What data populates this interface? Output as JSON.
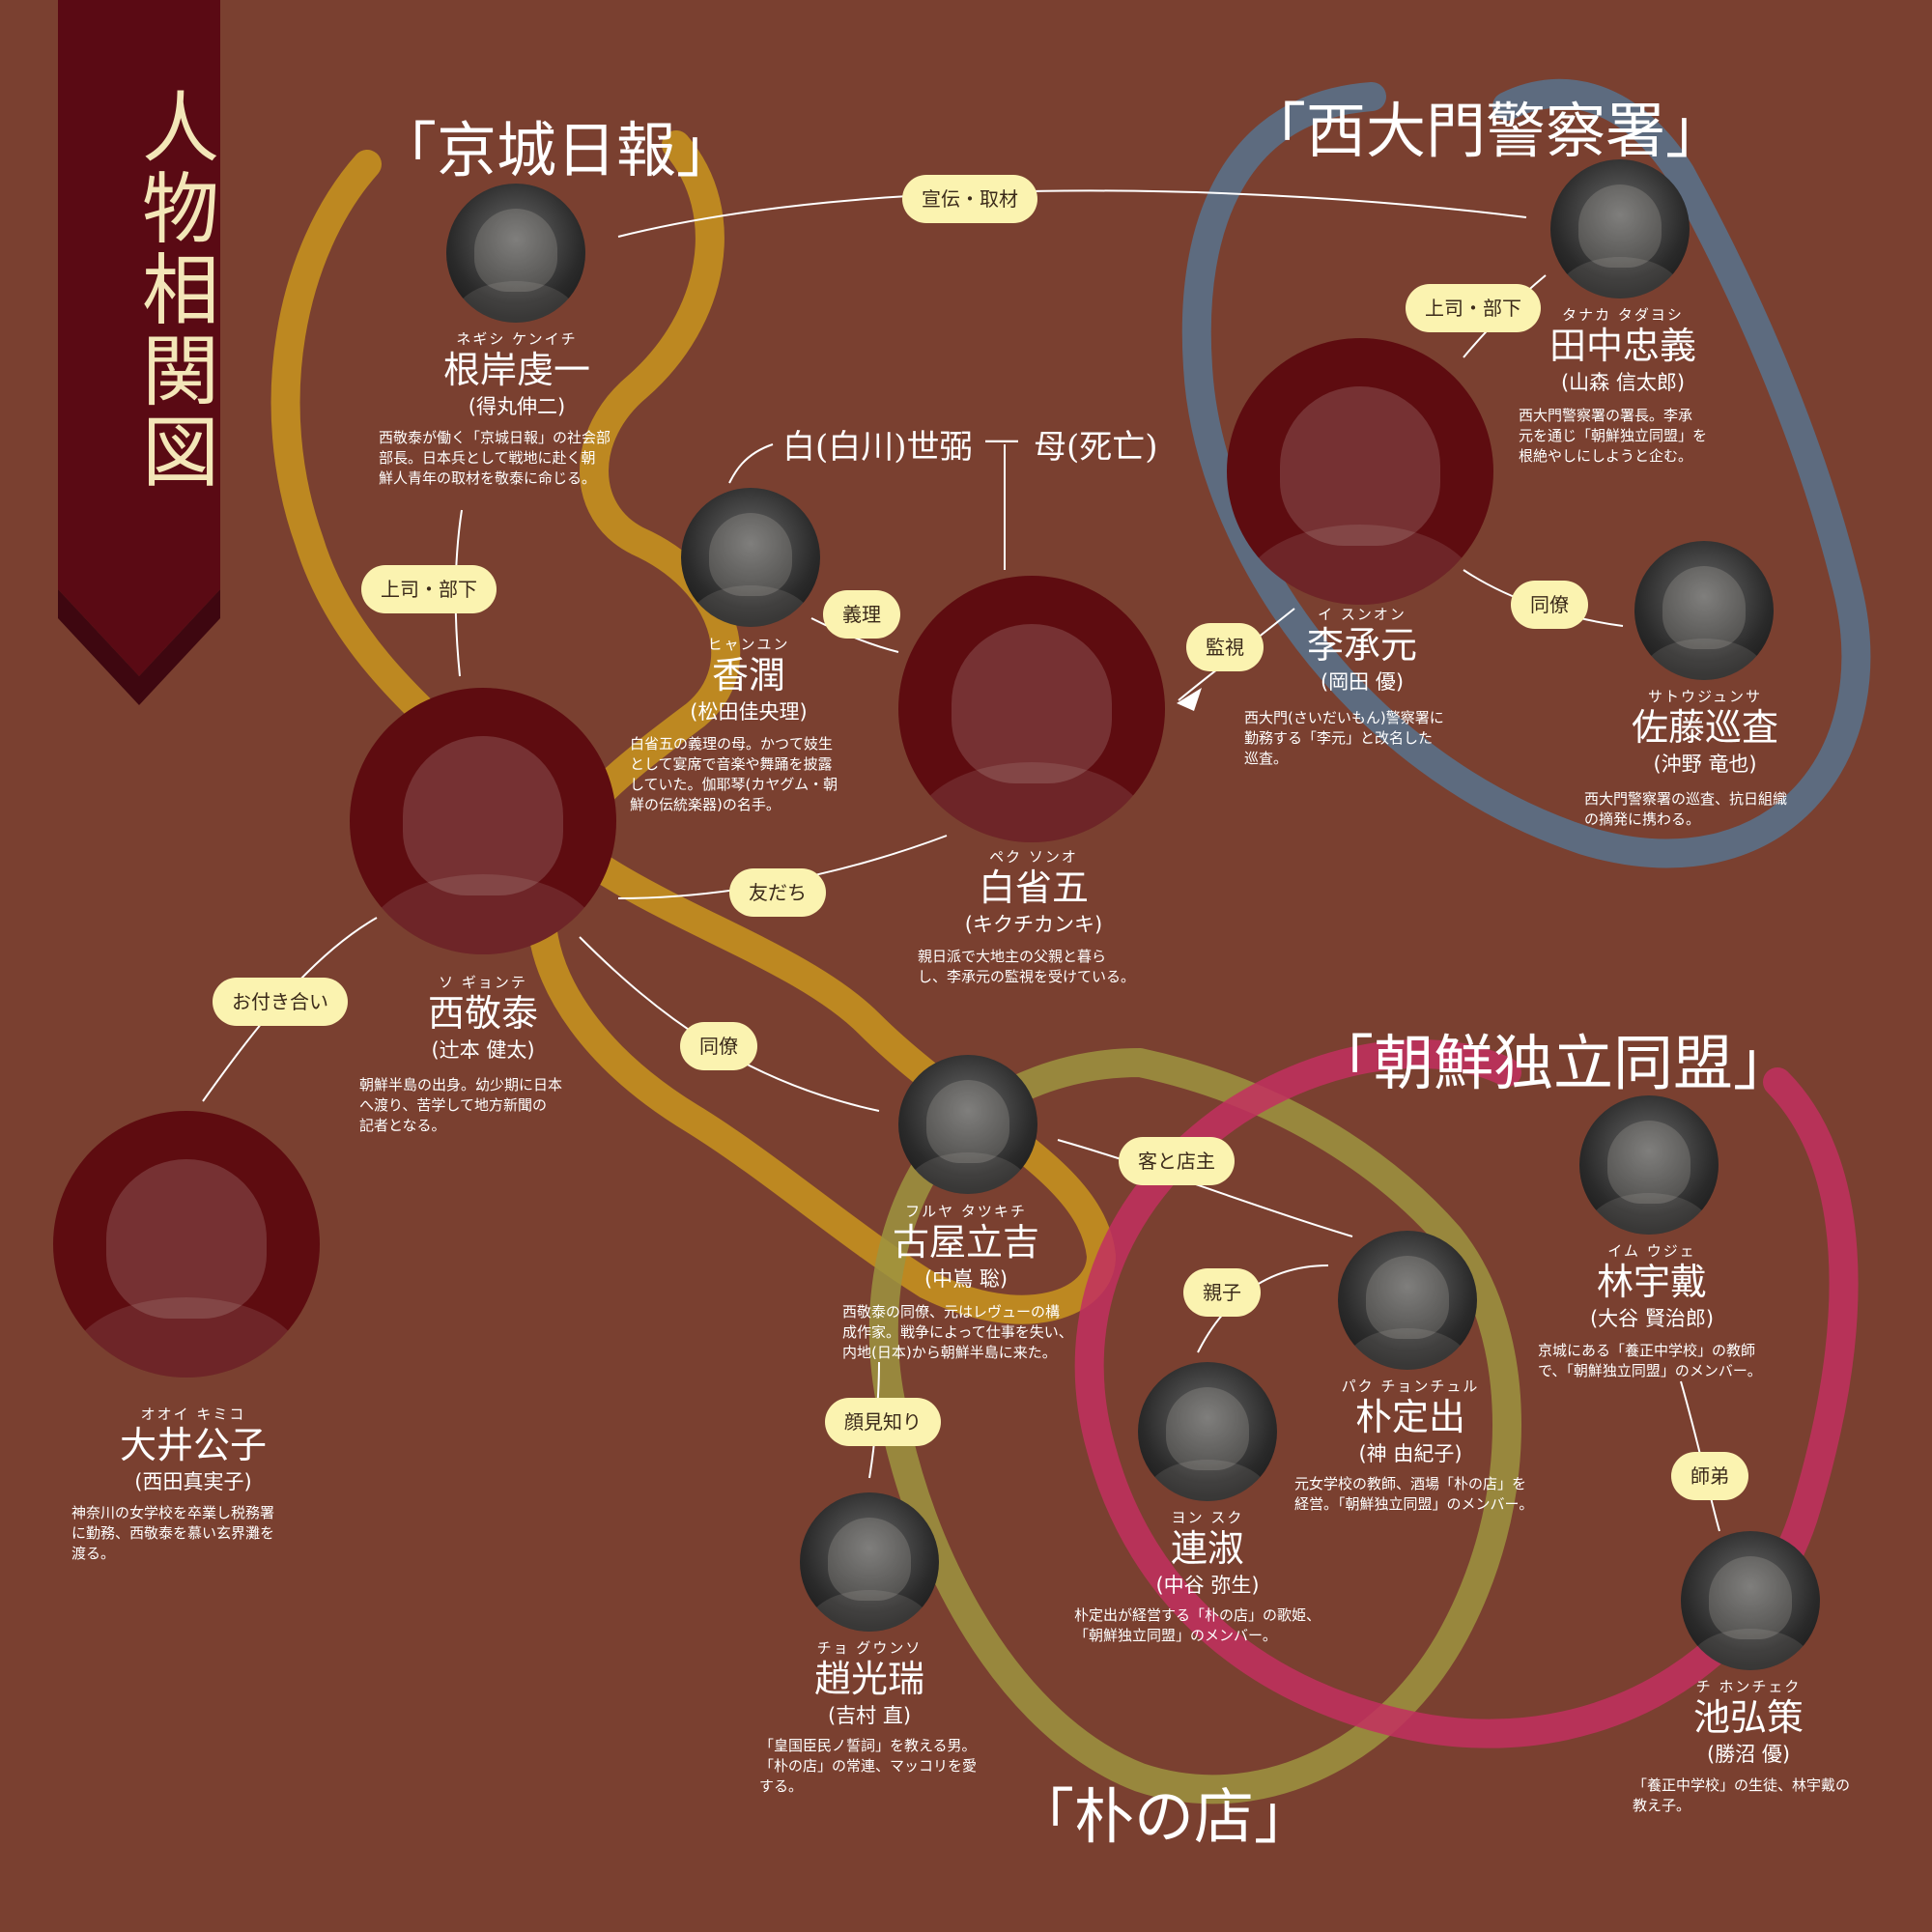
{
  "page_title": "人物相関図",
  "groups": {
    "keijo": "「京城日報」",
    "seidaimon": "「西大門警察署」",
    "domei": "「朝鮮独立同盟」",
    "boku": "「朴の店」"
  },
  "top_labels": {
    "haku": "白(白川)世弼",
    "mother": "母(死亡)"
  },
  "colors": {
    "background": "#7a4030",
    "banner": "#5a0a14",
    "label_bg": "#fbf3b0",
    "ring_gold": "#c9951f",
    "ring_blue": "#5a7088",
    "ring_olive": "#9e9440",
    "ring_pink": "#c2305f"
  },
  "people": {
    "negishi": {
      "ruby": "ネギシ ケンイチ",
      "name": "根岸虔一",
      "actor": "(得丸伸二)",
      "desc": "西敬泰が働く「京城日報」の社会部\n部長。日本兵として戦地に赴く朝\n鮮人青年の取材を敬泰に命じる。"
    },
    "tanaka": {
      "ruby": "タナカ タダヨシ",
      "name": "田中忠義",
      "actor": "(山森 信太郎)",
      "desc": "西大門警察署の署長。李承\n元を通じ「朝鮮独立同盟」を\n根絶やしにしようと企む。"
    },
    "ri": {
      "ruby": "イ スンオン",
      "name": "李承元",
      "actor": "(岡田 優)",
      "desc": "西大門(さいだいもん)警察署に\n勤務する「李元」と改名した\n巡査。"
    },
    "sato": {
      "ruby": "サトウジュンサ",
      "name": "佐藤巡査",
      "actor": "(沖野 竜也)",
      "desc": "西大門警察署の巡査、抗日組織\nの摘発に携わる。"
    },
    "hyanyun": {
      "ruby": "ヒャンユン",
      "name": "香潤",
      "actor": "(松田佳央理)",
      "desc": "白省五の義理の母。かつて妓生\nとして宴席で音楽や舞踊を披露\nしていた。伽耶琴(カヤグム・朝\n鮮の伝統楽器)の名手。"
    },
    "baek": {
      "ruby": "ペク ソンオ",
      "name": "白省五",
      "actor": "(キクチカンキ)",
      "desc": "親日派で大地主の父親と暮ら\nし、李承元の監視を受けている。"
    },
    "so": {
      "ruby": "ソ ギョンテ",
      "name": "西敬泰",
      "actor": "(辻本 健太)",
      "desc": "朝鮮半島の出身。幼少期に日本\nへ渡り、苦学して地方新聞の\n記者となる。"
    },
    "ooi": {
      "ruby": "オオイ キミコ",
      "name": "大井公子",
      "actor": "(西田真実子)",
      "desc": "神奈川の女学校を卒業し税務署\nに勤務、西敬泰を慕い玄界灘を\n渡る。"
    },
    "furuya": {
      "ruby": "フルヤ タツキチ",
      "name": "古屋立吉",
      "actor": "(中嶌 聡)",
      "desc": "西敬泰の同僚、元はレヴューの構\n成作家。戦争によって仕事を失い、\n内地(日本)から朝鮮半島に来た。"
    },
    "im": {
      "ruby": "イム ウジェ",
      "name": "林宇戴",
      "actor": "(大谷 賢治郎)",
      "desc": "京城にある「養正中学校」の教師\nで、「朝鮮独立同盟」のメンバー。"
    },
    "park": {
      "ruby": "パク チョンチュル",
      "name": "朴定出",
      "actor": "(神 由紀子)",
      "desc": "元女学校の教師、酒場「朴の店」を\n経営。「朝鮮独立同盟」のメンバー。"
    },
    "yon": {
      "ruby": "ヨン スク",
      "name": "連淑",
      "actor": "(中谷 弥生)",
      "desc": "朴定出が経営する「朴の店」の歌姫、\n「朝鮮独立同盟」のメンバー。"
    },
    "cho": {
      "ruby": "チョ グウンソ",
      "name": "趙光瑞",
      "actor": "(吉村 直)",
      "desc": "「皇国臣民ノ誓詞」を教える男。\n「朴の店」の常連、マッコリを愛\nする。"
    },
    "chi": {
      "ruby": "チ ホンチェク",
      "name": "池弘策",
      "actor": "(勝沼 優)",
      "desc": "「養正中学校」の生徒、林宇戴の\n教え子。"
    }
  },
  "relations": {
    "senden": "宣伝・取材",
    "joshi1": "上司・部下",
    "joshi2": "上司・部下",
    "giri": "義理",
    "kanshi": "監視",
    "doryo1": "同僚",
    "tomodachi": "友だち",
    "otsukiai": "お付き合い",
    "doryo2": "同僚",
    "kyaku": "客と店主",
    "oyako": "親子",
    "kaomishiri": "顔見知り",
    "shitei": "師弟"
  }
}
